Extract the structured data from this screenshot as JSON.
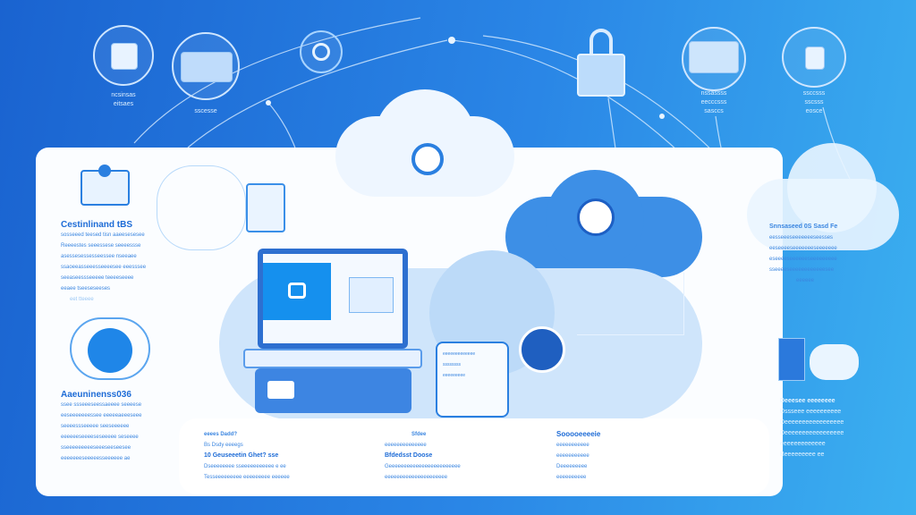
{
  "top_icons": [
    {
      "name": "document-icon",
      "caption": [
        "ncsinsas",
        "eitsaes"
      ]
    },
    {
      "name": "server-icon",
      "caption": [
        "sscesse"
      ]
    },
    {
      "name": "security-badge-icon",
      "caption": []
    },
    {
      "name": "lock-icon",
      "caption": []
    },
    {
      "name": "database-icon",
      "caption": [
        "nssassss",
        "eecccsss",
        "sasccs"
      ]
    },
    {
      "name": "device-icon",
      "caption": [
        "ssccsss",
        "sscsss",
        "eosce"
      ]
    }
  ],
  "left_section_1": {
    "title": "Cestinlinand tBS",
    "lines": [
      "sosseeed teesed tisn aaeesesesee",
      "Reeeestes seeessese seeeessse",
      "asessesessesseessee nseeaee",
      "ssaoeeasseeesseeeesee eeesssee",
      "seeaseessseeeee teeeeseeee",
      "eeaee tseeseseeses"
    ],
    "footer": "eet  tteeee"
  },
  "left_section_2": {
    "title": "Aaeuninenss036",
    "lines": [
      "ssee ssseeeseessaeeee seeeese",
      "eeseeeeeeessee eeeeeaeeeseee",
      "seeeessseeeee seeseeeeee",
      "eeeeeeseeeeseseeeee seseeee",
      "sseeeeeeeeeseeeseeseesee",
      "eeeeeeeseeeeesseeeeee ae"
    ]
  },
  "bottom_columns": [
    {
      "heading": "eeees Dadd?",
      "sub": "Bs Dsdy eeeegs",
      "title": "10 Geuseeetin Ghet? sse",
      "lines": [
        "Dseeeeeeee sseeeeeeeeeee e ee",
        "Tesseeeeeeeee eeeeeeeee eeeeee"
      ]
    },
    {
      "heading": "Sfdee",
      "sub": "eeeeeeeeeeeeee",
      "title": "Bfdedsst Doose",
      "lines": [
        "Geeeeeeeeeeeeeeeeeeeeeeee",
        "eeeeeeeeeeeeeeeeeeeee"
      ]
    },
    {
      "heading": "Sooooeeeeie",
      "sub": "eeeeeeeeeee",
      "title": "eeeeeeeeeee",
      "lines": [
        "Deeeeeeeee",
        "eeeeeeeeee"
      ]
    }
  ],
  "right_cloud_panel": {
    "title": "Snnsaseed 0S Sasd Fe",
    "lines": [
      "eesseeeseeeeeeeseesses",
      "eeseeeeseeeeeeeseeeeeee",
      "eseeeeseeeeeeseeeeeeeee",
      "sseeeeseeeeeeeeeeeesee"
    ],
    "footer": "eeeeee"
  },
  "right_lower_text": {
    "title": "Deeesee eeeeeeee",
    "lines": [
      "Dssseee eeeeeeeeee",
      "Deeeeeeeeeeeeeeeee",
      "Deeeeeeeeeeeeeeeee",
      "eeeeeeeeeeeee",
      "Beeeeeeeee ee"
    ]
  },
  "center_notes": {
    "server_label": "eeeeeeeeeeeee",
    "server_lines": [
      "ssssssss",
      "eeeeeeeee"
    ]
  },
  "colors": {
    "bg_start": "#1a63d0",
    "bg_end": "#3bb0f0",
    "accent": "#1d6bd6",
    "panel": "#fbfdff"
  }
}
